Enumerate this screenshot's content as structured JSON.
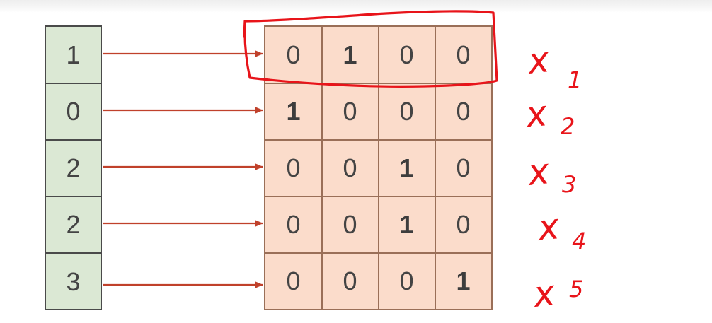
{
  "indices": [
    "1",
    "0",
    "2",
    "2",
    "3"
  ],
  "matrix": [
    [
      "0",
      "1",
      "0",
      "0"
    ],
    [
      "1",
      "0",
      "0",
      "0"
    ],
    [
      "0",
      "0",
      "1",
      "0"
    ],
    [
      "0",
      "0",
      "1",
      "0"
    ],
    [
      "0",
      "0",
      "0",
      "1"
    ]
  ],
  "hot_cells": [
    [
      0,
      1
    ],
    [
      1,
      0
    ],
    [
      2,
      2
    ],
    [
      3,
      2
    ],
    [
      4,
      3
    ]
  ],
  "annotations": [
    {
      "main": "x",
      "sub": "1"
    },
    {
      "main": "x",
      "sub": "2"
    },
    {
      "main": "x",
      "sub": "3"
    },
    {
      "main": "x",
      "sub": "4"
    },
    {
      "main": "x",
      "sub": "5"
    }
  ],
  "colors": {
    "index_fill": "#dbe8d4",
    "matrix_fill": "#fbdccb",
    "arrow": "#c0412b",
    "handwriting": "#e8141a"
  }
}
